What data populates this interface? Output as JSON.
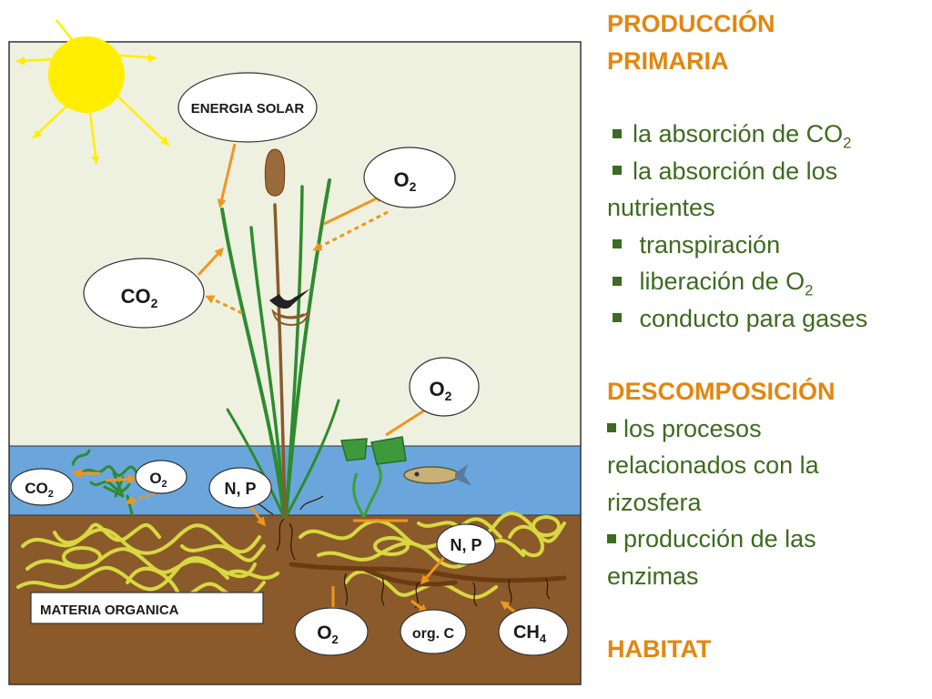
{
  "diagram": {
    "labels": {
      "energia_solar": "ENERGIA SOLAR",
      "o2_top": "O",
      "o2_top_sub": "2",
      "co2_air": "CO",
      "co2_air_sub": "2",
      "o2_mid": "O",
      "o2_mid_sub": "2",
      "co2_water": "CO",
      "co2_water_sub": "2",
      "o2_water": "O",
      "o2_water_sub": "2",
      "np_water": "N, P",
      "np_soil": "N, P",
      "materia_organica": "MATERIA ORGANICA",
      "o2_bottom": "O",
      "o2_bottom_sub": "2",
      "org_c": "org. C",
      "ch4": "CH",
      "ch4_sub": "4"
    },
    "colors": {
      "sky": "#eef1e0",
      "water": "#6aa6dc",
      "soil": "#8b5a2b",
      "sun": "#ffee00",
      "arrow": "#f0961e",
      "stem": "#2e8b2e",
      "root_mass": "#d8d840"
    }
  },
  "panel": {
    "heading1_line1": "PRODUCCIÓN",
    "heading1_line2": "PRIMARIA",
    "b1_text": "la absorción de CO",
    "b1_sub": "2",
    "b2_text": "la absorción de los",
    "b2_cont": "nutrientes",
    "b3_text": "transpiración",
    "b4_text": "liberación de O",
    "b4_sub": "2",
    "b5_text": "conducto para gases",
    "heading2": "DESCOMPOSICIÓN",
    "b6_text": "los procesos",
    "b6_cont1": "relacionados con la",
    "b6_cont2": "rizosfera",
    "b7_text": "producción de las",
    "b7_cont": "enzimas",
    "heading3": "HABITAT"
  }
}
